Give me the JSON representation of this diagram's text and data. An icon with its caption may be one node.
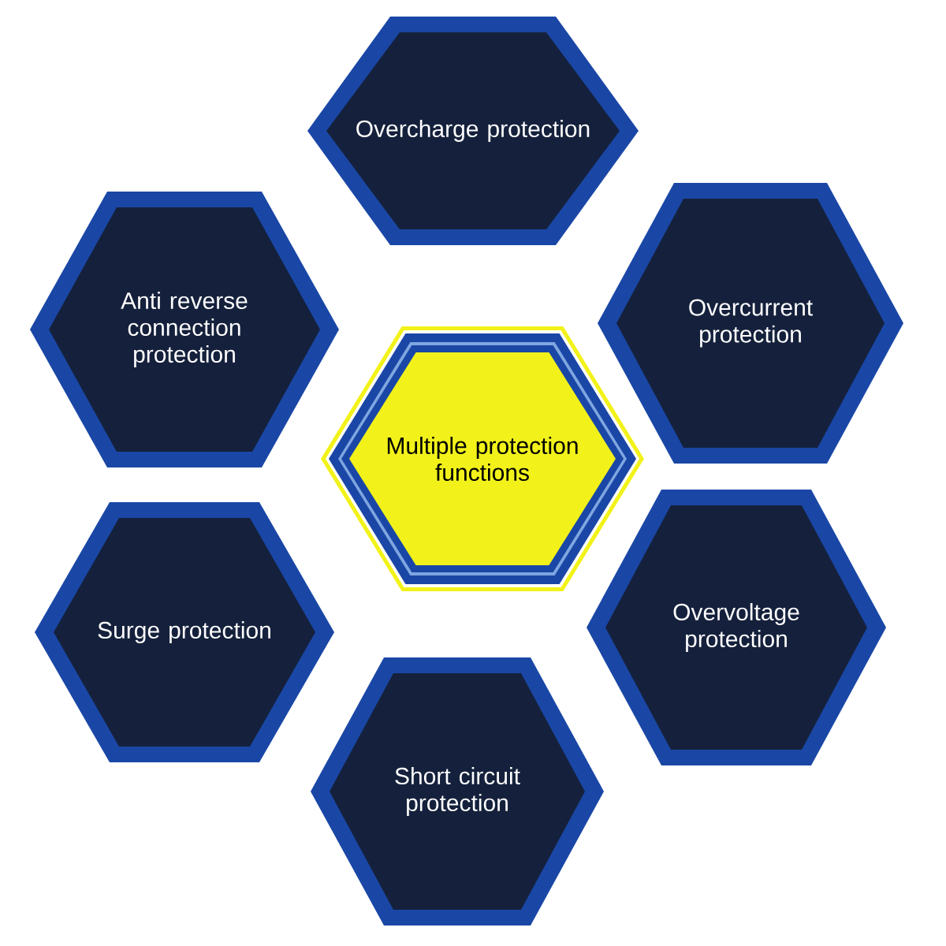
{
  "diagram": {
    "nodes": [
      {
        "text": [
          "Overcharge protection"
        ]
      },
      {
        "text": [
          "Anti reverse connection protection"
        ]
      },
      {
        "text": [
          "Overcurrent protection"
        ]
      },
      {
        "text": [
          "Multiple protection functions"
        ]
      },
      {
        "text": [
          "Surge protection"
        ]
      },
      {
        "text": [
          "Overvoltage protection"
        ]
      },
      {
        "text": [
          "Short circuit protection"
        ]
      }
    ]
  }
}
